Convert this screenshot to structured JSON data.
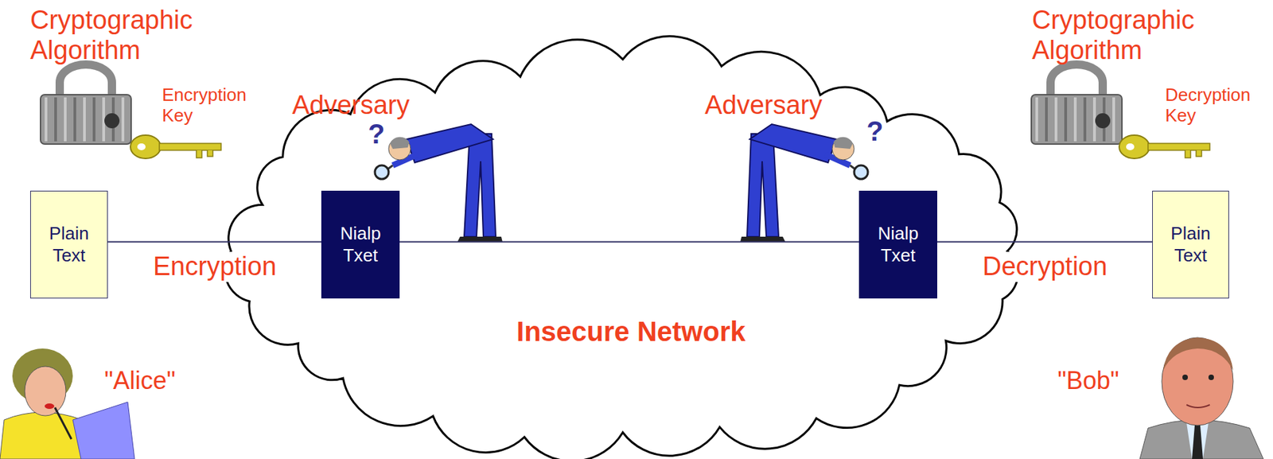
{
  "diagram": {
    "nodes": [
      {
        "text": [
          "Plain Text"
        ]
      },
      {
        "text": [
          "Nialp Txet"
        ]
      },
      {
        "text": [
          "Nialp Txet"
        ]
      },
      {
        "text": [
          "Plain Text"
        ]
      }
    ],
    "edges": [
      {
        "from": 0,
        "to": 1,
        "arrow": "none",
        "label": "Encryption"
      },
      {
        "from": 1,
        "to": 2,
        "arrow": "none"
      },
      {
        "from": 2,
        "to": 3,
        "arrow": "none",
        "label": "Decryption"
      }
    ],
    "labels": [
      "Cryptographic Algorithm",
      "Encryption Key",
      "Adversary",
      "?",
      "Adversary",
      "?",
      "Cryptographic Algorithm",
      "Decryption Key",
      "Insecure Network",
      "\"Alice\"",
      "\"Bob\""
    ]
  }
}
